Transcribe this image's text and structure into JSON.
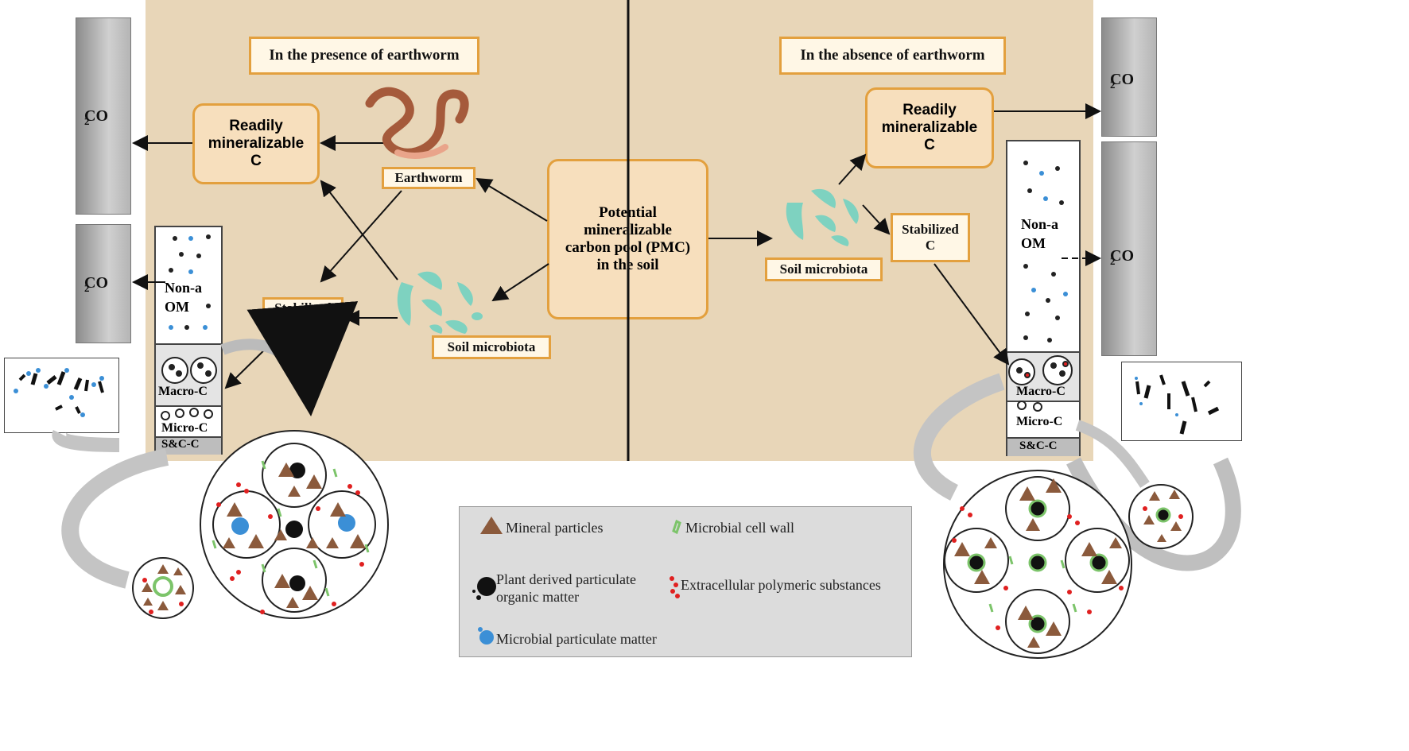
{
  "left_panel": {
    "header": "In the presence of earthworm",
    "readily_box": "Readily mineralizable C",
    "earthworm_label": "Earthworm",
    "stabilized_label": "Stabilized C",
    "soil_microbiota_label": "Soil microbiota",
    "co2_top": "CO",
    "co2_top_sub": "2",
    "co2_mid": "CO",
    "co2_mid_sub": "2",
    "column": {
      "non_a": "Non-a",
      "om": "OM",
      "macro": "Macro-C",
      "micro": "Micro-C",
      "sc": "S&C-C"
    }
  },
  "center_box": "Potential mineralizable carbon pool (PMC) in the soil",
  "right_panel": {
    "header": "In the absence of earthworm",
    "readily_box": "Readily mineralizable C",
    "stabilized_label": "Stabilized C",
    "soil_microbiota_label": "Soil microbiota",
    "co2_top": "CO",
    "co2_top_sub": "2",
    "co2_mid": "CO",
    "co2_mid_sub": "2",
    "column": {
      "non_a": "Non-a",
      "om": "OM",
      "macro": "Macro-C",
      "micro": "Micro-C",
      "sc": "S&C-C"
    }
  },
  "legend": {
    "mineral": "Mineral particles",
    "cell_wall": "Microbial cell wall",
    "plant_pom": "Plant derived particulate organic matter",
    "eps": "Extracellular polymeric substances",
    "microbial_pm": "Microbial particulate matter"
  },
  "colors": {
    "panel": "#e8d6b8",
    "box_fill": "#f7dfbd",
    "box_border": "#e3a03e",
    "mineral": "#8b5a3c",
    "eps": "#e02020",
    "cell_wall": "#7cc46a",
    "microbial_pm": "#3b8fd6",
    "microbiota": "#7ed2c0",
    "earthworm": "#a55a3b"
  }
}
